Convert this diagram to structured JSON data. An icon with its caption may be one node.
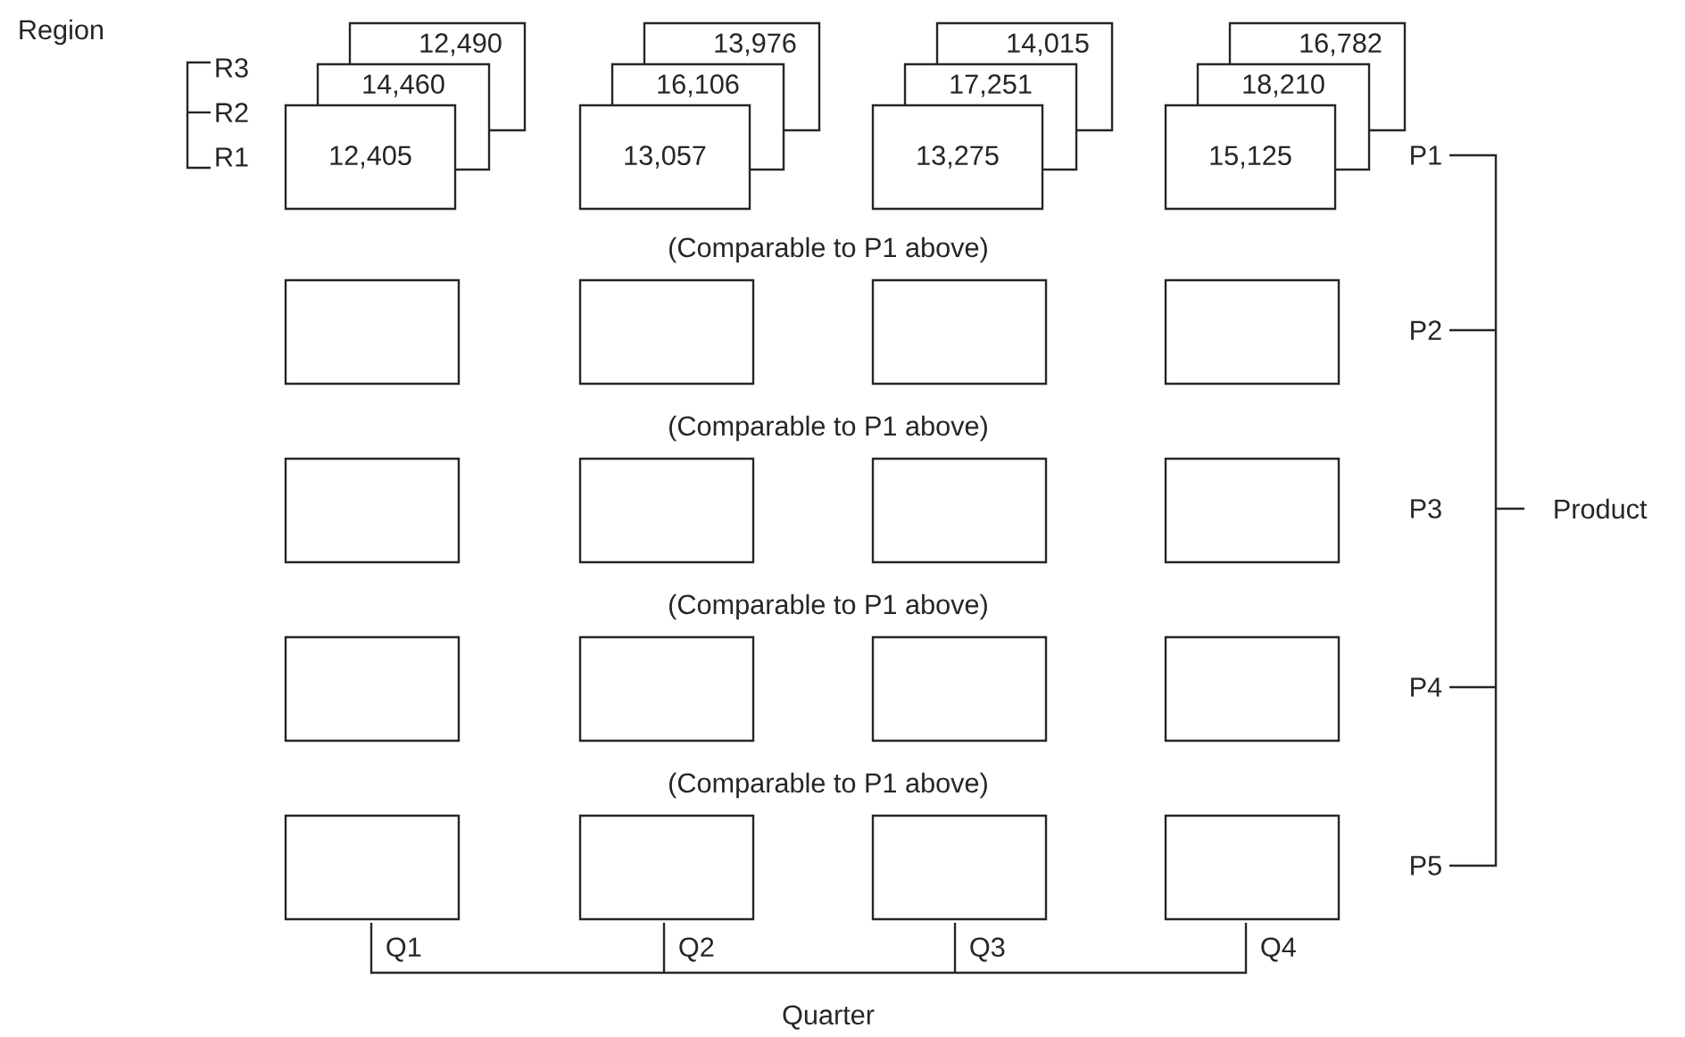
{
  "diagram": {
    "nodes": [
      {
        "text": [
          "12,490"
        ]
      },
      {
        "text": [
          "14,460"
        ]
      },
      {
        "text": [
          "12,405"
        ]
      },
      {
        "text": [
          "13,976"
        ]
      },
      {
        "text": [
          "16,106"
        ]
      },
      {
        "text": [
          "13,057"
        ]
      },
      {
        "text": [
          "14,015"
        ]
      },
      {
        "text": [
          "17,251"
        ]
      },
      {
        "text": [
          "13,275"
        ]
      },
      {
        "text": [
          "16,782"
        ]
      },
      {
        "text": [
          "18,210"
        ]
      },
      {
        "text": [
          "15,125"
        ]
      },
      {
        "text": [],
        "shape": "box"
      },
      {
        "text": [],
        "shape": "box"
      },
      {
        "text": [],
        "shape": "box"
      },
      {
        "text": [],
        "shape": "box"
      },
      {
        "text": [],
        "shape": "box"
      },
      {
        "text": [],
        "shape": "box"
      },
      {
        "text": [],
        "shape": "box"
      },
      {
        "text": [],
        "shape": "box"
      },
      {
        "text": [],
        "shape": "box"
      },
      {
        "text": [],
        "shape": "box"
      },
      {
        "text": [],
        "shape": "box"
      },
      {
        "text": [],
        "shape": "box"
      },
      {
        "text": [],
        "shape": "box"
      },
      {
        "text": [],
        "shape": "box"
      },
      {
        "text": [],
        "shape": "box"
      },
      {
        "text": [],
        "shape": "box"
      }
    ],
    "labels": [
      "Region",
      "R3",
      "R2",
      "R1",
      "P1",
      "(Comparable to P1 above)",
      "P2",
      "(Comparable to P1 above)",
      "P3",
      "Product",
      "(Comparable to P1 above)",
      "P4",
      "(Comparable to P1 above)",
      "P5",
      "Q1",
      "Q2",
      "Q3",
      "Q4",
      "Quarter"
    ]
  }
}
